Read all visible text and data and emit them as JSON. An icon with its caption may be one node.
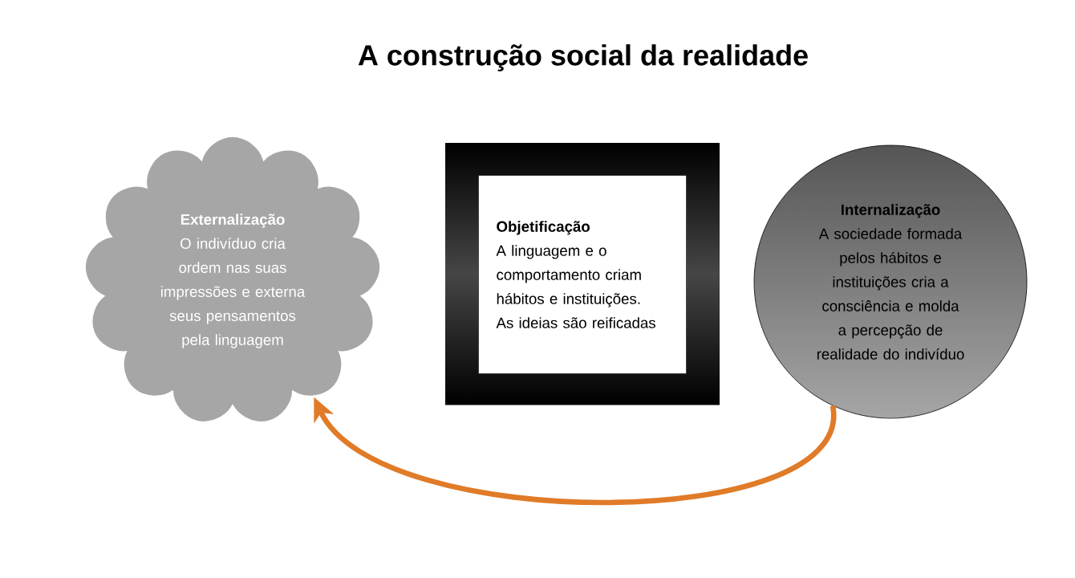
{
  "diagram": {
    "title": "A construção social da realidade",
    "nodes": [
      {
        "text": [
          "Externalização",
          "O indivíduo cria ordem nas suas impressões e externa seus pensamentos pela linguagem"
        ]
      },
      {
        "text": [
          "Objetificação",
          "A linguagem e o comportamento criam hábitos e instituições.",
          "As ideias são reificadas"
        ]
      },
      {
        "text": [
          "Internalização",
          "A sociedade formada pelos hábitos e instituições cria a consciência e molda a percepção de realidade do indivíduo"
        ]
      }
    ],
    "edges": [
      {
        "from": 2,
        "to": 0,
        "arrow": "to",
        "color": "#e07b28"
      }
    ]
  }
}
